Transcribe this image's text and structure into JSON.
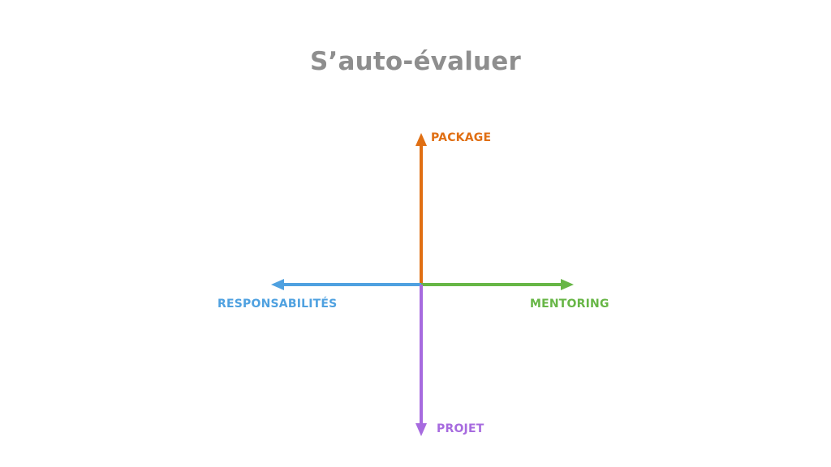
{
  "slide": {
    "title": "S’auto-évaluer"
  },
  "axes": {
    "up": {
      "label": "PACKAGE",
      "color": "#e06f13"
    },
    "left": {
      "label": "RESPONSABILITÉS",
      "color": "#4fa1e0"
    },
    "right": {
      "label": "MENTORING",
      "color": "#67b646"
    },
    "down": {
      "label": "PROJET",
      "color": "#a76bdf"
    }
  }
}
